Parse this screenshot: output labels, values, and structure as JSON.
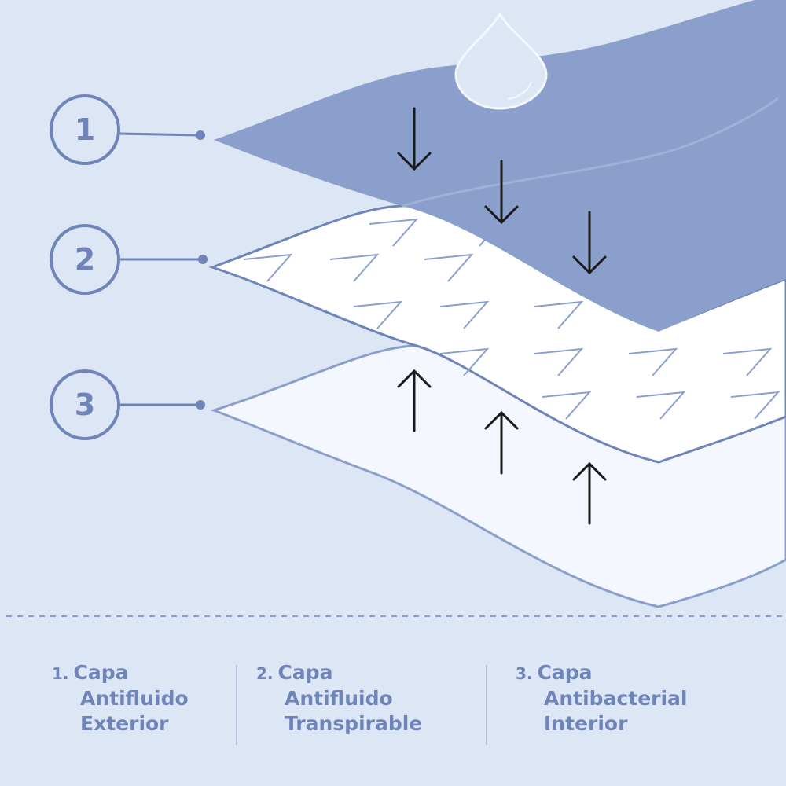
{
  "colors": {
    "background": "#dde6f4",
    "layer_outer": "#8a9fcb",
    "layer_middle": "#ffffff",
    "layer_inner": "#f4f7fd",
    "accent": "#6f85b9",
    "arrow": "#1a1a1a"
  },
  "icons": {
    "drop": "water-drop-icon",
    "down": "arrow-down-icon",
    "up": "arrow-up-icon"
  },
  "badges": [
    "1",
    "2",
    "3"
  ],
  "legend": [
    {
      "number": "1.",
      "lines": [
        "Capa",
        "Antifluido",
        "Exterior"
      ]
    },
    {
      "number": "2.",
      "lines": [
        "Capa",
        "Antifluido",
        "Transpirable"
      ]
    },
    {
      "number": "3.",
      "lines": [
        "Capa",
        "Antibacterial",
        "Interior"
      ]
    }
  ]
}
